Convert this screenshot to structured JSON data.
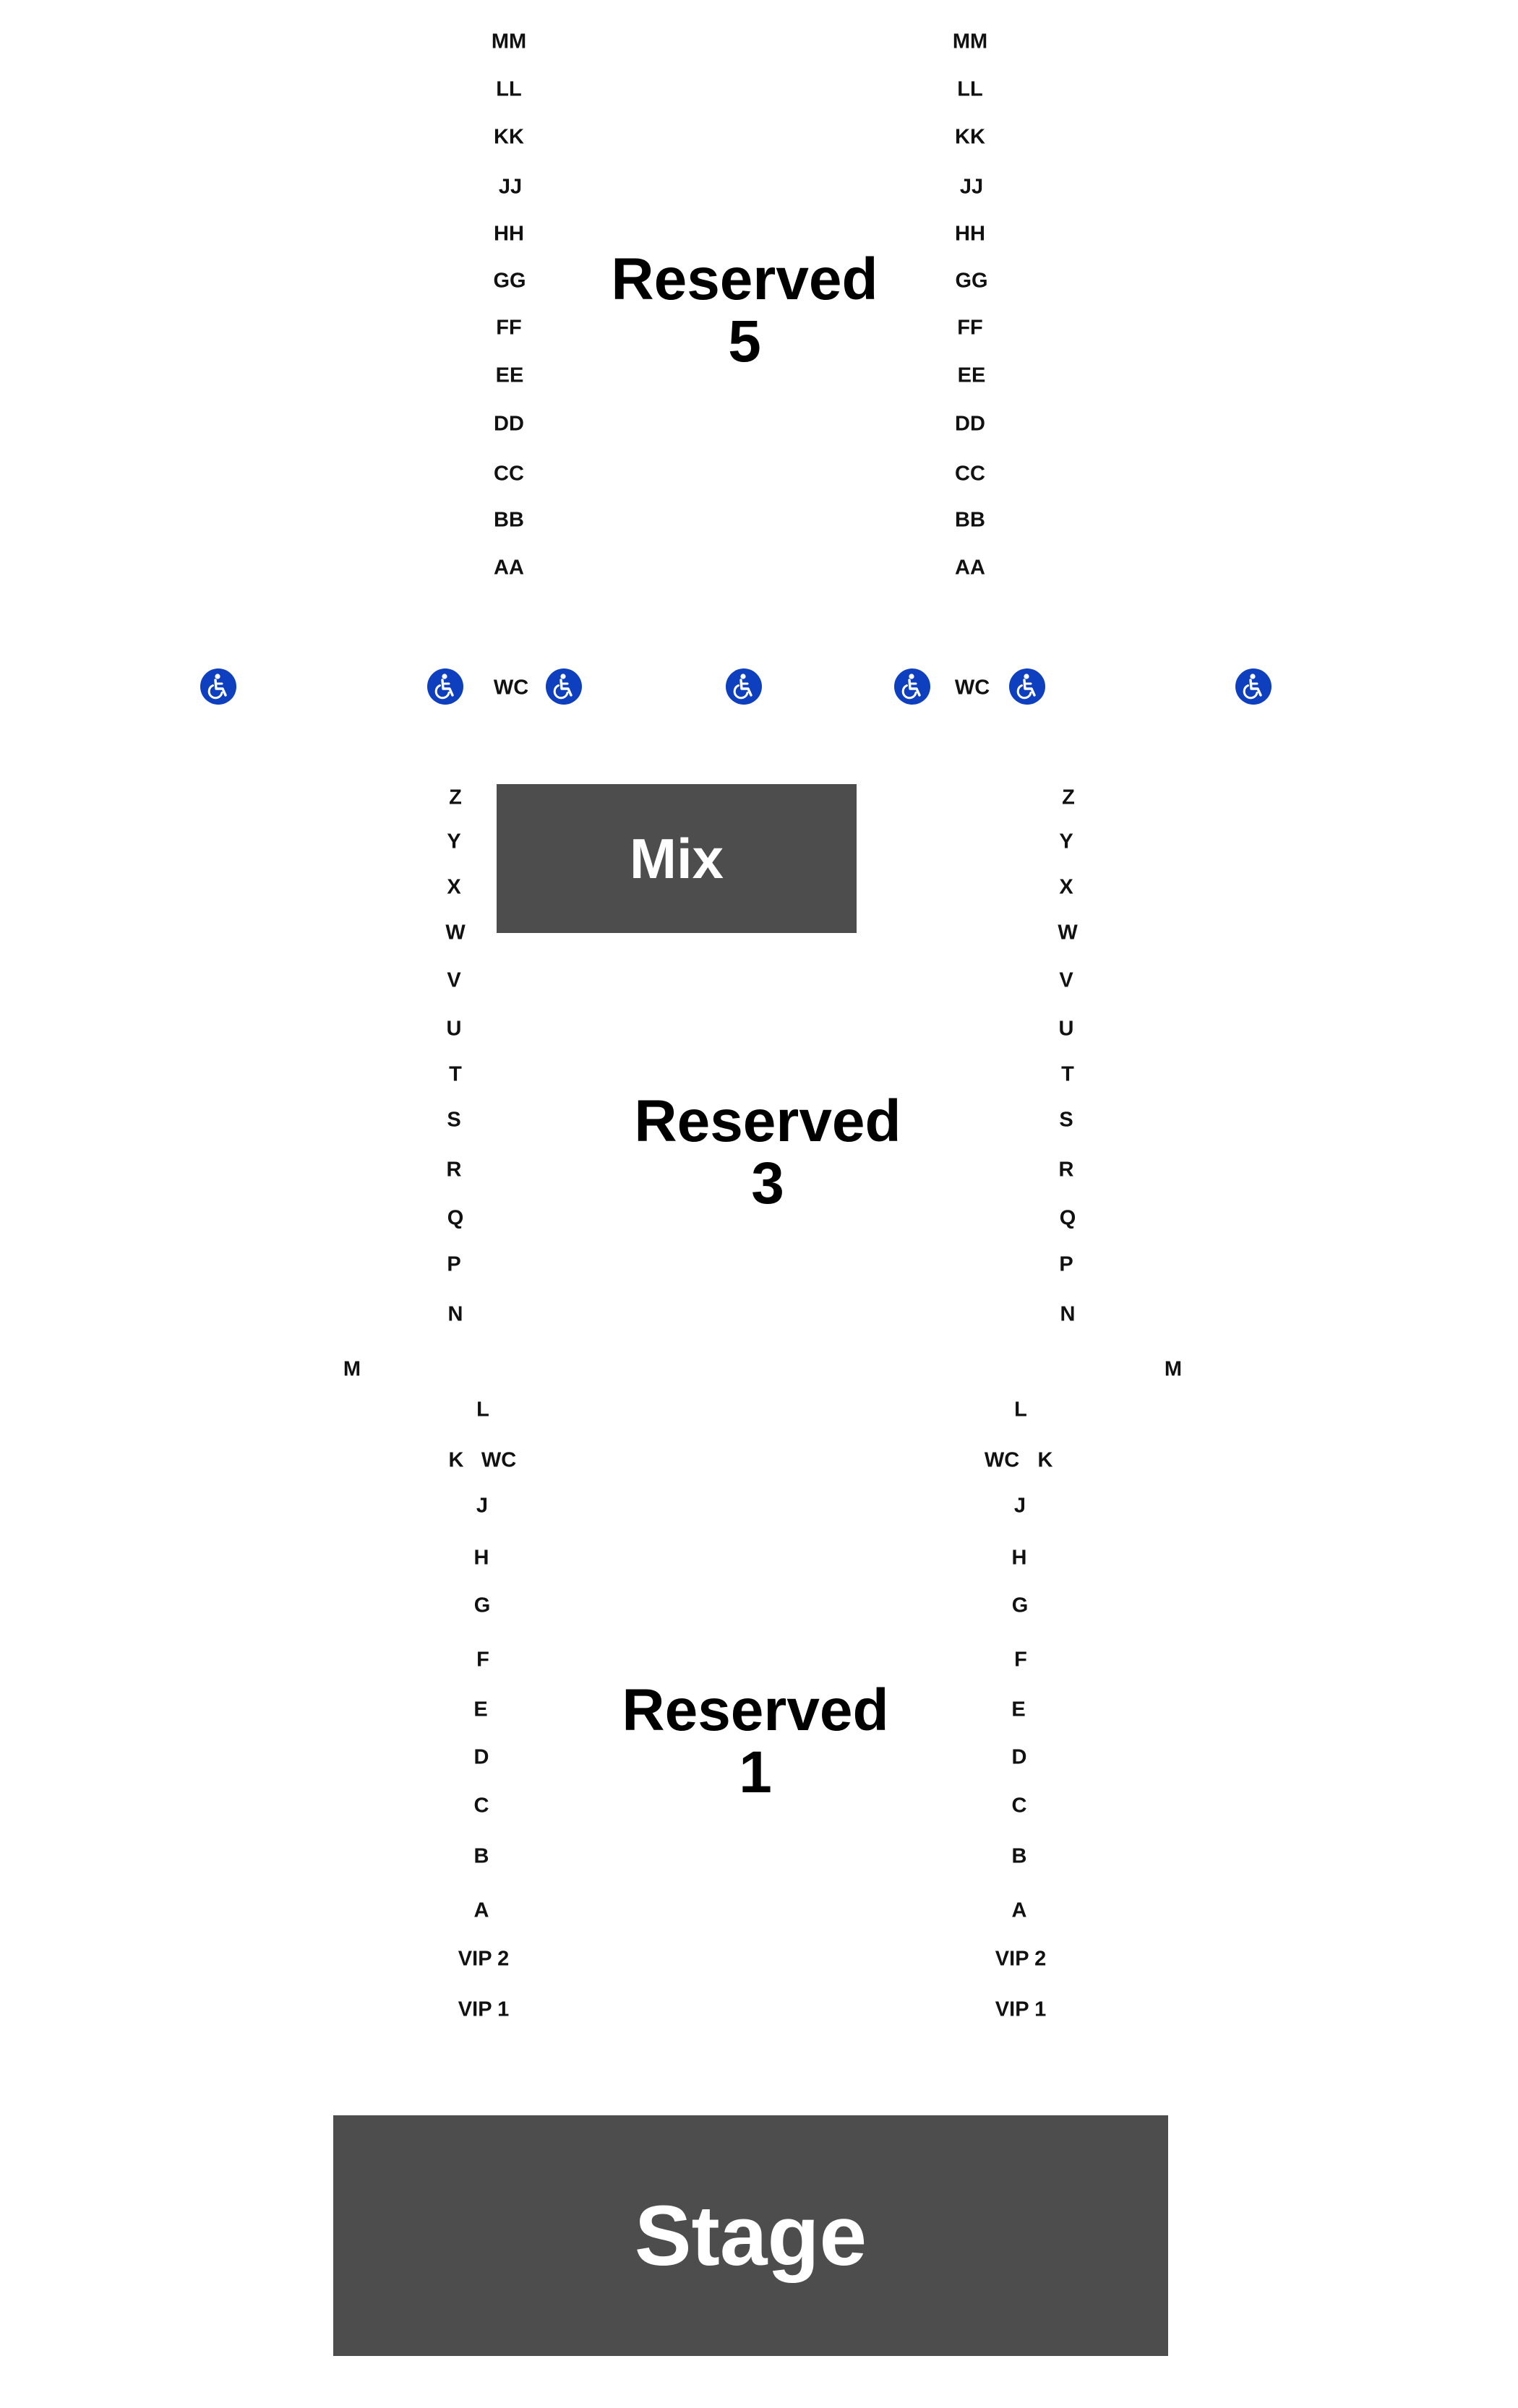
{
  "sections": {
    "reserved5": {
      "title": "Reserved",
      "number": "5"
    },
    "reserved3": {
      "title": "Reserved",
      "number": "3"
    },
    "reserved1": {
      "title": "Reserved",
      "number": "1"
    }
  },
  "mix_label": "Mix",
  "stage_label": "Stage",
  "colors": {
    "block": "#4d4d4d",
    "accessible": "#0d3fbf",
    "text": "#111111"
  },
  "icons": {
    "accessible": "wheelchair-icon"
  },
  "rows": {
    "upper": [
      "MM",
      "LL",
      "KK",
      "JJ",
      "HH",
      "GG",
      "FF",
      "EE",
      "DD",
      "CC",
      "BB",
      "AA"
    ],
    "middle": [
      "Z",
      "Y",
      "X",
      "W",
      "V",
      "U",
      "T",
      "S",
      "R",
      "Q",
      "P",
      "N"
    ],
    "lower": [
      "L",
      "J",
      "H",
      "G",
      "F",
      "E",
      "D",
      "C",
      "B",
      "A",
      "VIP 2",
      "VIP 1"
    ],
    "m": "M",
    "k": "K",
    "wc": "WC"
  }
}
